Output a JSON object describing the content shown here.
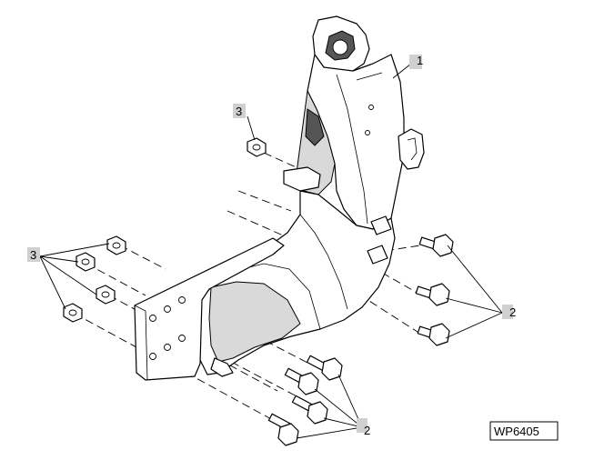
{
  "diagram": {
    "reference_code": "WP6405",
    "callouts": [
      {
        "id": "callout-1",
        "label": "1"
      },
      {
        "id": "callout-2-right",
        "label": "2"
      },
      {
        "id": "callout-2-bottom",
        "label": "2"
      },
      {
        "id": "callout-3-top",
        "label": "3"
      },
      {
        "id": "callout-3-left",
        "label": "3"
      }
    ],
    "colors": {
      "line": "#000000",
      "label_box": "#d0d0d0",
      "background": "#ffffff"
    }
  }
}
